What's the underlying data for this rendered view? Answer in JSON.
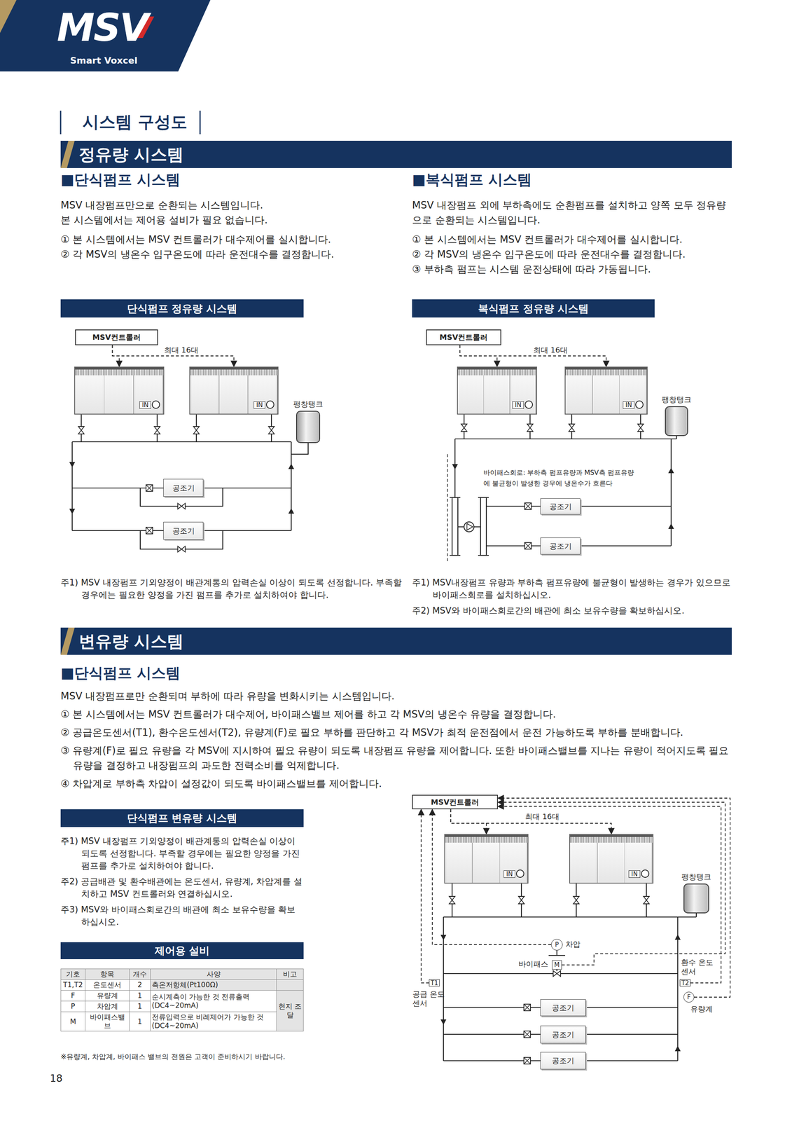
{
  "diagram": {
    "title": "시스템 구성도",
    "nodes": [
      {
        "text": [
          "MSV",
          "Smart Voxcel"
        ]
      },
      {
        "text": [
          "정유량 시스템"
        ]
      },
      {
        "text": [
          "단식펌프 정유량 시스템"
        ]
      },
      {
        "text": [
          "복식펌프 정유량 시스템"
        ]
      },
      {
        "text": [
          "MSV컨트롤러"
        ]
      },
      {
        "text": [
          "IN"
        ]
      },
      {
        "text": [
          "IN"
        ]
      },
      {
        "text": [
          "팽창탱크"
        ]
      },
      {
        "text": [
          "공조기"
        ]
      },
      {
        "text": [
          "공조기"
        ]
      },
      {
        "text": [
          "MSV컨트롤러"
        ]
      },
      {
        "text": [
          "IN"
        ]
      },
      {
        "text": [
          "IN"
        ]
      },
      {
        "text": [
          "팽창탱크"
        ]
      },
      {
        "text": [
          "공조기"
        ]
      },
      {
        "text": [
          "공조기"
        ]
      },
      {
        "text": [
          "변유량 시스템"
        ]
      },
      {
        "text": [
          "단식펌프 변유량 시스템"
        ]
      },
      {
        "text": [
          "제어용 설비"
        ]
      },
      {
        "text": [
          "MSV컨트롤러"
        ]
      },
      {
        "text": [
          "IN"
        ]
      },
      {
        "text": [
          "IN"
        ]
      },
      {
        "text": [
          "팽창탱크"
        ]
      },
      {
        "text": [
          "P",
          "차압"
        ]
      },
      {
        "text": [
          "M",
          "바이패스"
        ]
      },
      {
        "text": [
          "T2",
          "환수 온도센서"
        ]
      },
      {
        "text": [
          "T1",
          "공급 온도센서"
        ]
      },
      {
        "text": [
          "F",
          "유량계"
        ]
      },
      {
        "text": [
          "공조기"
        ]
      },
      {
        "text": [
          "공조기"
        ]
      },
      {
        "text": [
          "공조기"
        ]
      }
    ],
    "edges": [
      {
        "from": 4,
        "to": 5,
        "arrow": "to"
      },
      {
        "from": 4,
        "to": 6,
        "arrow": "to"
      },
      {
        "from": 10,
        "to": 11,
        "arrow": "to"
      },
      {
        "from": 10,
        "to": 12,
        "arrow": "to"
      },
      {
        "from": 19,
        "to": 20,
        "arrow": "to"
      },
      {
        "from": 19,
        "to": 21,
        "arrow": "to"
      },
      {
        "from": 23,
        "to": 19,
        "arrow": "to"
      },
      {
        "from": 24,
        "to": 19,
        "arrow": "to"
      },
      {
        "from": 25,
        "to": 19,
        "arrow": "to"
      },
      {
        "from": 26,
        "to": 19,
        "arrow": "to"
      },
      {
        "from": 27,
        "to": 19,
        "arrow": "to"
      }
    ],
    "labels": [
      "■단식펌프 시스템",
      "MSV 내장펌프만으로 순환되는 시스템입니다.",
      "본 시스템에서는 제어용 설비가 필요 없습니다.",
      "① 본 시스템에서는 MSV 컨트롤러가 대수제어를 실시합니다.",
      "② 각 MSV의 냉온수 입구온도에 따라 운전대수를 결정합니다.",
      "■복식펌프 시스템",
      "MSV 내장펌프 외에 부하측에도 순환펌프를 설치하고 양쪽 모두 정유량으로 순환되는 시스템입니다.",
      "① 본 시스템에서는 MSV 컨트롤러가 대수제어를 실시합니다.",
      "② 각 MSV의 냉온수 입구온도에 따라 운전대수를 결정합니다.",
      "③ 부하측 펌프는 시스템 운전상태에 따라 가동됩니다.",
      "최대 16대",
      "주1) MSV 내장펌프 기외양정이 배관계통의 압력손실 이상이 되도록 선정합니다. 부족할 경우에는 필요한 양정을 가진 펌프를 추가로 설치하여야 합니다.",
      "최대 16대",
      "바이패스회로: 부하측 펌프유량과 MSV측 펌프유량에 불균형이 발생한 경우에 냉온수가 흐른다",
      "주1) MSV내장펌프 유량과 부하측 펌프유량에 불균형이 발생하는 경우가 있으므로 바이패스회로를 설치하십시오.",
      "주2) MSV와 바이패스회로간의 배관에 최소 보유수량을 확보하십시오.",
      "■단식펌프 시스템",
      "MSV 내장펌프로만 순환되며 부하에 따라 유량을 변화시키는 시스템입니다.",
      "① 본 시스템에서는 MSV 컨트롤러가 대수제어, 바이패스밸브 제어를 하고 각 MSV의 냉온수 유량을 결정합니다.",
      "② 공급온도센서(T1), 환수온도센서(T2), 유량계(F)로 필요 부하를 판단하고 각 MSV가 최적 운전점에서 운전 가능하도록 부하를 분배합니다.",
      "③ 유량계(F)로 필요 유량을 각 MSV에 지시하여 필요 유량이 되도록 내장펌프 유량을 제어합니다. 또한 바이패스밸브를 지나는 유량이 적어지도록 필요 유량을 결정하고 내장펌프의 과도한 전력소비를 억제합니다.",
      "④ 차압계로 부하측 차압이 설정값이 되도록 바이패스밸브를 제어합니다.",
      "주1) MSV 내장펌프 기외양정이 배관계통의 압력손실 이상이 되도록 선정합니다. 부족할 경우에는 필요한 양정을 가진 펌프를 추가로 설치하여야 합니다.",
      "주2) 공급배관 및 환수배관에는 온도센서, 유량계, 차압계를 설치하고 MSV 컨트롤러와 연결하십시오.",
      "주3) MSV와 바이패스회로간의 배관에 최소 보유수량을 확보하십시오.",
      "기호",
      "항목",
      "개수",
      "사양",
      "비고",
      "T1,T2",
      "온도센서",
      "2",
      "측온저항체(Pt100Ω)",
      "F",
      "유량계",
      "1",
      "순시계측이 가능한 것 전류출력(DC4~20mA)",
      "현지 조달",
      "P",
      "차압계",
      "1",
      "M",
      "바이패스밸브",
      "1",
      "전류입력으로 비례제어가 가능한 것(DC4~20mA)",
      "※유량계, 차압계, 바이패스 밸브의 전원은 고객이 준비하시기 바랍니다.",
      "최대 16대",
      "18"
    ]
  }
}
